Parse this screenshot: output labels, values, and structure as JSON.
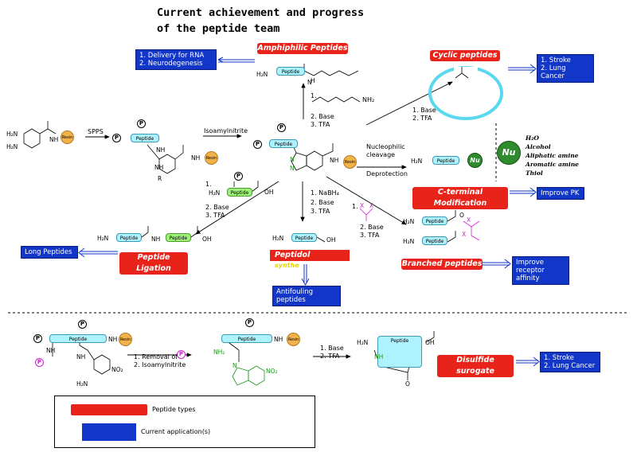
{
  "title": {
    "line1": "Current achievement and progress",
    "line2": "of the peptide team"
  },
  "types": {
    "amphiphilic": "Amphiphilic Peptides",
    "cyclic": "Cyclic peptides",
    "cterm": "C-terminal Modification",
    "ligation": "Peptide Ligation",
    "peptidol": "Peptidol",
    "peptidol_sub": "synthe",
    "branched": "Branched peptides",
    "disulfide": "Disulfide surogate"
  },
  "applications": {
    "amphiphilic": [
      "1. Delivery for RNA",
      "2. Neurodegenesis"
    ],
    "cyclic": [
      "1. Stroke",
      "2. Lung Cancer"
    ],
    "cterm": "Improve PK",
    "ligation": "Long Peptides",
    "peptidol": "Antifouling peptides",
    "branched": [
      "Improve",
      "receptor affinity"
    ],
    "disulfide": [
      "1. Stroke",
      "2. Lung Cancer"
    ]
  },
  "labels": {
    "peptide": "Peptide",
    "resin": "Resin",
    "p": "P",
    "sppS": "SPPS",
    "isoamyl": "Isoamylnitrite",
    "amph_step1": "1.",
    "amph_step2": "2. Base",
    "amph_step3": "3. TFA",
    "amph_amine": "NH₂",
    "cyc_step1": "1. Base",
    "cyc_step2": "2. TFA",
    "nucleo1": "Nucleophilic",
    "nucleo2": "cleavage",
    "deprot": "Deprotection",
    "lig_step1": "1.",
    "lig_step2": "2. Base",
    "lig_step3": "3. TFA",
    "red_step1": "1.  NaBH₄",
    "red_step2": "2. Base",
    "red_step3": "3. TFA",
    "br_step1": "1.",
    "br_step2": "2. Base",
    "br_step3": "3. TFA",
    "bot_step1": "1. Removal of",
    "bot_step2": "2. Isoamylnitrite",
    "bot2_step1": "1. Base",
    "bot2_step2": "2. TFA"
  },
  "chem": {
    "h2n": "H₂N",
    "h2n_alt": "H₂N",
    "nh": "NH",
    "nh2": "NH₂",
    "oh": "OH",
    "n": "N",
    "no2": "NO₂",
    "r": "R",
    "x": "X",
    "h": "H",
    "o": "O"
  },
  "nucleophiles": [
    "H₂O",
    "Alcohol",
    "Aliphatic amine",
    "Aromatic amine",
    "Thiol"
  ],
  "nu": "Nu",
  "legend": {
    "types": "Peptide types",
    "apps": "Current application(s)"
  },
  "colors": {
    "type_red": "#e8241a",
    "app_blue": "#1236c8",
    "peptide_cyan": "#aef2ff",
    "resin_orange": "#f2b24a",
    "nu_green": "#2e8b2e",
    "cyclic_ring": "#5ad8f0",
    "magenta": "#d020d0",
    "green": "#1a9a1a"
  }
}
